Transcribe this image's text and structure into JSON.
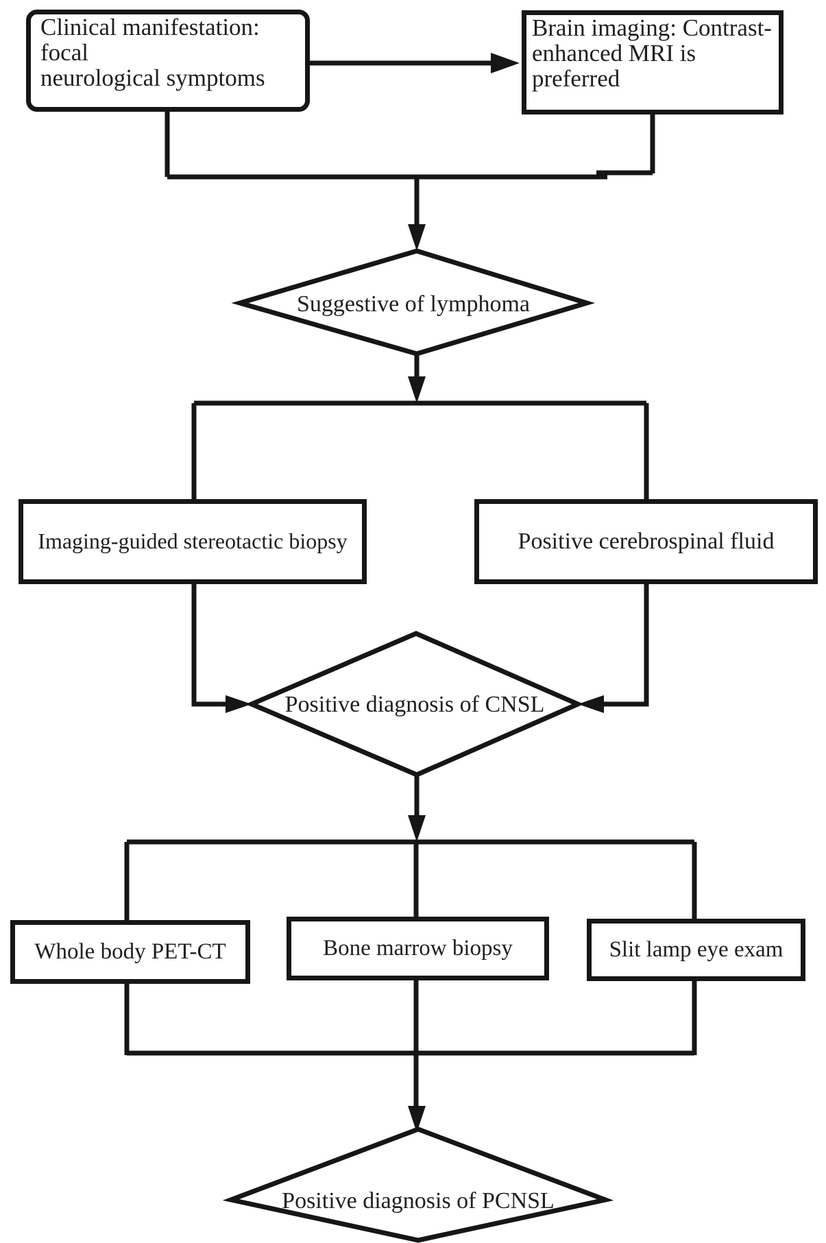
{
  "figure": {
    "title": "Diagnostic flowchart for primary central nervous system lymphoma (PCNSL)"
  },
  "colors": {
    "line": "#161616",
    "text": "#1f1f1f",
    "node_fill": "#ffffff",
    "background": "#ffffff"
  },
  "nodes": {
    "clinical": {
      "type": "process",
      "label": "Clinical manifestation: focal neurological symptoms",
      "lines": [
        "Clinical manifestation: focal",
        "neurological symptoms"
      ]
    },
    "imaging": {
      "type": "process",
      "label": "Brain imaging: Contrast-enhanced MRI is preferred",
      "lines": [
        "Brain imaging: Contrast-",
        "enhanced MRI is preferred"
      ]
    },
    "lymphoma": {
      "type": "decision",
      "label": "Suggestive of lymphoma"
    },
    "biopsy": {
      "type": "process",
      "label": "Imaging-guided stereotactic biopsy"
    },
    "csf": {
      "type": "process",
      "label": "Positive cerebrospinal fluid"
    },
    "cnsl": {
      "type": "decision",
      "label": "Positive diagnosis of CNSL"
    },
    "petct": {
      "type": "process",
      "label": "Whole body PET-CT"
    },
    "bonemarrow": {
      "type": "process",
      "label": "Bone marrow biopsy"
    },
    "slitlamp": {
      "type": "process",
      "label": "Slit lamp eye exam"
    },
    "pcnsl": {
      "type": "decision",
      "label": "Positive diagnosis of PCNSL"
    }
  },
  "edges": [
    {
      "from": "clinical",
      "to": "imaging"
    },
    {
      "from": "clinical",
      "to": "lymphoma"
    },
    {
      "from": "imaging",
      "to": "lymphoma"
    },
    {
      "from": "lymphoma",
      "to": "biopsy"
    },
    {
      "from": "lymphoma",
      "to": "csf"
    },
    {
      "from": "biopsy",
      "to": "cnsl"
    },
    {
      "from": "csf",
      "to": "cnsl"
    },
    {
      "from": "cnsl",
      "to": "petct"
    },
    {
      "from": "cnsl",
      "to": "bonemarrow"
    },
    {
      "from": "cnsl",
      "to": "slitlamp"
    },
    {
      "from": "petct",
      "to": "pcnsl"
    },
    {
      "from": "bonemarrow",
      "to": "pcnsl"
    },
    {
      "from": "slitlamp",
      "to": "pcnsl"
    }
  ]
}
